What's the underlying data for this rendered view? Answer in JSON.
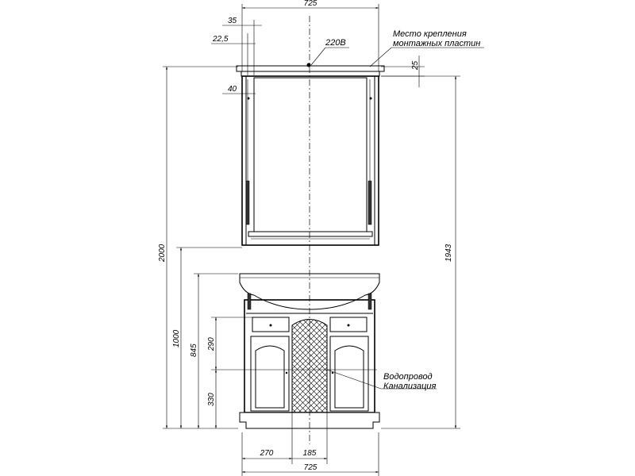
{
  "dimensions": {
    "mirror_width": "725",
    "offset_35": "35",
    "offset_22_5": "22,5",
    "offset_40": "40",
    "offset_25": "25",
    "total_height": "2000",
    "mirror_top_height": "1943",
    "cabinet_height": "1000",
    "cabinet_body_height": "845",
    "pipe_290": "290",
    "pipe_330": "330",
    "bottom_270": "270",
    "bottom_185": "185",
    "cabinet_width": "725"
  },
  "labels": {
    "voltage": "220В",
    "mounting_line1": "Место крепления",
    "mounting_line2": "монтажных пластин",
    "water_supply": "Водопровод",
    "sewage": "Канализация"
  }
}
